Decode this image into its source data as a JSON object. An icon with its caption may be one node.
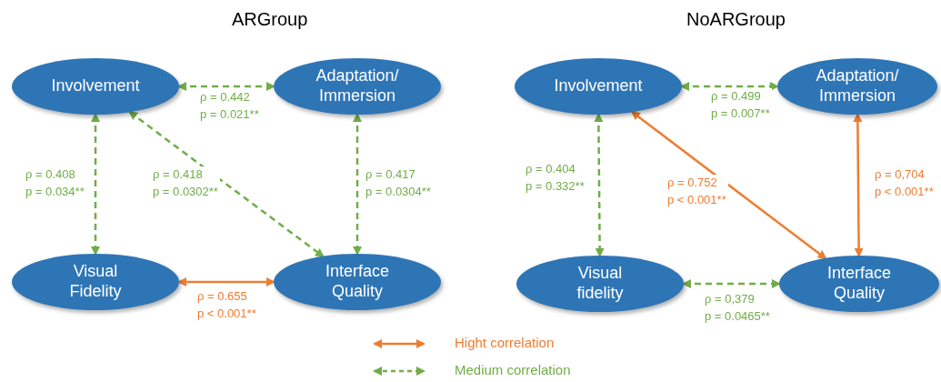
{
  "diagram": {
    "nodes": [
      {
        "text": [
          "Involvement"
        ]
      },
      {
        "text": [
          "Adaptation/ Immersion"
        ]
      },
      {
        "text": [
          "Visual Fidelity"
        ]
      },
      {
        "text": [
          "Interface Quality"
        ]
      },
      {
        "text": [
          "Involvement"
        ]
      },
      {
        "text": [
          "Adaptation/ Immersion"
        ]
      },
      {
        "text": [
          "Visual fidelity"
        ]
      },
      {
        "text": [
          "Interface Quality"
        ]
      }
    ],
    "edges": [
      {
        "from": 0,
        "to": 1,
        "arrow": "both",
        "style": "dashed",
        "label": "ρ = 0.442 p = 0.021**"
      },
      {
        "from": 0,
        "to": 2,
        "arrow": "both",
        "style": "dashed",
        "label": "ρ = 0.408 p = 0.034**"
      },
      {
        "from": 0,
        "to": 3,
        "arrow": "both",
        "style": "dashed",
        "label": "ρ = 0.418 p = 0.0302**"
      },
      {
        "from": 1,
        "to": 3,
        "arrow": "both",
        "style": "dashed",
        "label": "ρ = 0.417 p = 0.0304**"
      },
      {
        "from": 2,
        "to": 3,
        "arrow": "both",
        "color": "#ed7d31",
        "label": "ρ = 0.655 p < 0.001**"
      },
      {
        "from": 4,
        "to": 5,
        "arrow": "both",
        "style": "dashed",
        "label": "ρ = 0.499 p = 0.007**"
      },
      {
        "from": 4,
        "to": 6,
        "arrow": "both",
        "style": "dashed",
        "label": "ρ = 0.404 p = 0.332**"
      },
      {
        "from": 4,
        "to": 7,
        "arrow": "both",
        "color": "#ed7d31",
        "label": "ρ = 0.752 p < 0.001**"
      },
      {
        "from": 5,
        "to": 7,
        "arrow": "both",
        "color": "#ed7d31",
        "label": "ρ = 0,704 p < 0.001**"
      },
      {
        "from": 6,
        "to": 7,
        "arrow": "both",
        "style": "dashed",
        "label": "ρ = 0,379 p = 0.0465**"
      }
    ],
    "labels": [
      "ARGroup",
      "NoARGroup"
    ],
    "legend": [
      {
        "text": "Hight correlation"
      },
      {
        "text": "Medium correlation"
      }
    ]
  }
}
